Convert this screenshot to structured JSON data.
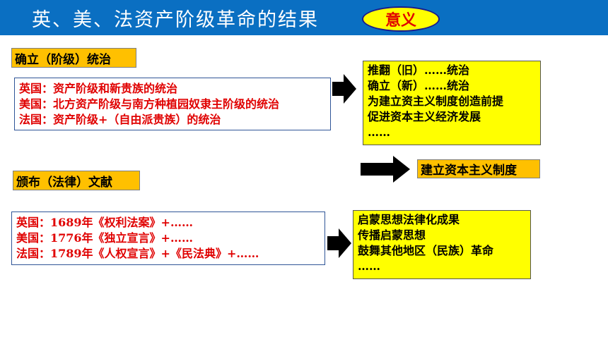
{
  "header": {
    "title": "英、美、法资产阶级革命的结果",
    "meaning": "意义"
  },
  "section1": {
    "label": "确立（阶级）统治",
    "items": [
      "英国：资产阶级和新贵族的统治",
      "美国：北方资产阶级与南方种植园奴隶主阶级的统治",
      "法国：资产阶级+（自由派贵族）的统治"
    ],
    "meaning_items": [
      "推翻（旧）……统治",
      "确立（新）……统治",
      "为建立资主义制度创造前提",
      "促进资本主义经济发展",
      "……"
    ]
  },
  "middle": {
    "result": "建立资本主义制度"
  },
  "section2": {
    "label": "颁布（法律）文献",
    "items": [
      "英国：1689年《权利法案》+……",
      "美国：1776年《独立宣言》+……",
      "法国：1789年《人权宣言》+《民法典》+……"
    ],
    "meaning_items": [
      "启蒙思想法律化成果",
      "传播启蒙思想",
      "鼓舞其他地区（民族）革命",
      "……"
    ]
  },
  "colors": {
    "header_bg": "#0a6fc2",
    "label_bg": "#ffc000",
    "highlight_bg": "#ffff00",
    "list_text": "#e00000"
  }
}
